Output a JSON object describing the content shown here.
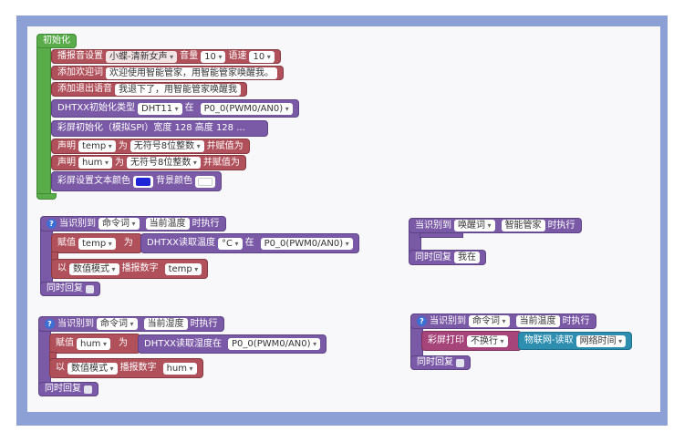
{
  "init": {
    "title": "初始化",
    "speaker_label": "播报音设置",
    "voice": "小蝶-清新女声",
    "volume_label": "音量",
    "volume": "10",
    "speed_label": "语速",
    "speed": "10",
    "welcome_label": "添加欢迎词",
    "welcome_text": "欢迎使用智能管家，用智能管家唤醒我。",
    "exit_label": "添加退出语音",
    "exit_text": "我退下了，用智能管家唤醒我",
    "dht_init_label": "DHTXX初始化类型",
    "dht_type": "DHT11",
    "at_label": "在",
    "pin": "P0_0(PWM0/AN0)",
    "screen_init_label": "彩屏初始化（模拟SPI）宽度 128 高度 128 ...",
    "declare_label": "声明",
    "var_temp": "temp",
    "as_label": "为",
    "type_unsigned": "无符号8位整数",
    "assign_label": "并赋值为",
    "var_hum": "hum",
    "screen_color_label": "彩屏设置文本颜色",
    "bg_color_label": "背景颜色",
    "text_color": "#1e24d8",
    "bg_color": "#ffffff"
  },
  "blocks": {
    "when_label": "当识别到",
    "command_word": "命令词",
    "exec_label": "时执行",
    "wake_word": "唤醒词",
    "wake_value": "智能管家",
    "current_temp": "当前温度",
    "current_hum": "当前湿度",
    "assign_label": "赋值",
    "as_label": "为",
    "dht_temp_label": "DHTXX读取温度",
    "unit_c": "°C",
    "at_label": "在",
    "pin": "P0_0(PWM0/AN0)",
    "dht_hum_label": "DHTXX读取湿度在",
    "with_label": "以",
    "mode": "数值模式",
    "speak_num_label": "播报数字",
    "var_temp": "temp",
    "var_hum": "hum",
    "reply_label": "同时回复",
    "reply_wake": "我在",
    "screen_print_label": "彩屏打印",
    "no_newline": "不换行",
    "iot_label": "物联网-读取",
    "net_time": "网络时间",
    "help_icon": "?"
  }
}
